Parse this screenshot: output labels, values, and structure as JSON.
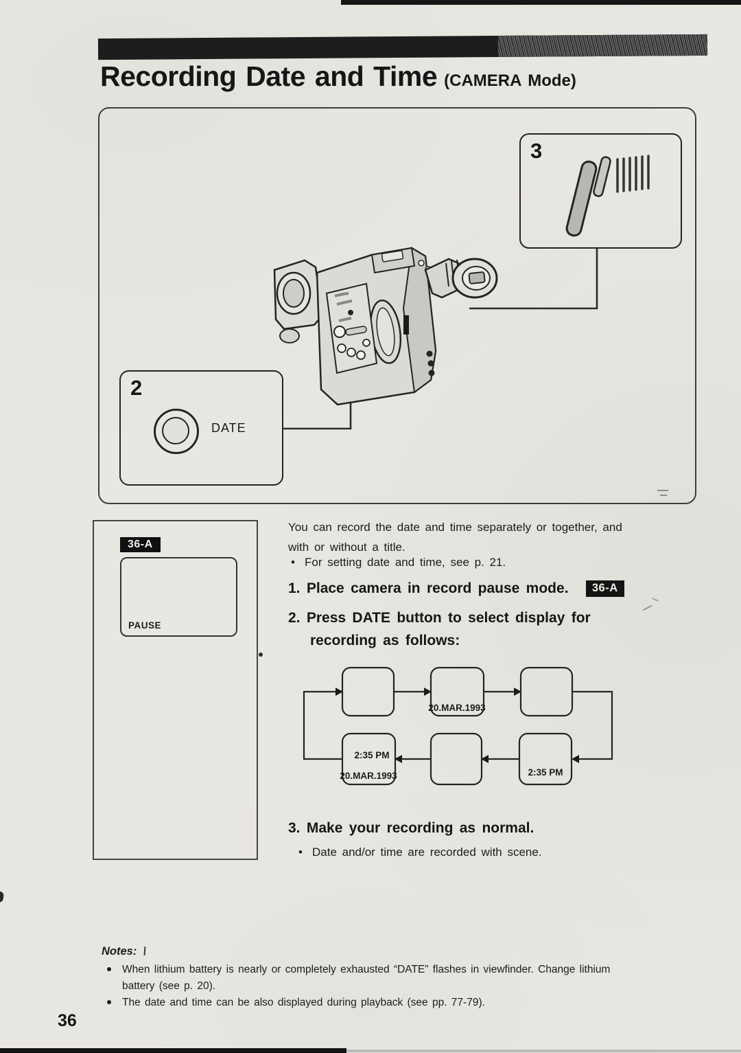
{
  "page": {
    "title": "Recording Date and Time",
    "title_suffix": "(CAMERA Mode)",
    "page_number": "36"
  },
  "figure": {
    "callout_2": {
      "number": "2",
      "button_label": "DATE"
    },
    "callout_3": {
      "number": "3"
    }
  },
  "viewfinder_panel": {
    "badge": "36-A",
    "status": "PAUSE"
  },
  "body": {
    "intro_line1": "You can record the date and time separately or together, and",
    "intro_line2": "with or without a title.",
    "intro_bullet": "For setting date and time, see p. 21.",
    "steps": [
      {
        "number": "1.",
        "text": "Place camera in record pause mode.",
        "badge": "36-A"
      },
      {
        "number": "2.",
        "text_line1": "Press DATE button to select display for",
        "text_line2": "recording as follows:"
      },
      {
        "number": "3.",
        "text": "Make your recording as normal.",
        "bullet": "Date and/or time are recorded with scene."
      }
    ]
  },
  "flow_diagram": {
    "boxes": [
      {
        "label_lines": []
      },
      {
        "label_lines": [
          "20.MAR.1993"
        ]
      },
      {
        "label_lines": []
      },
      {
        "label_lines": [
          "2:35 PM",
          "20.MAR.1993"
        ]
      },
      {
        "label_lines": []
      },
      {
        "label_lines": [
          "2:35 PM"
        ]
      }
    ]
  },
  "notes": {
    "heading": "Notes:",
    "items": [
      {
        "lines": [
          "When lithium battery is nearly or completely exhausted “DATE” flashes in viewfinder.  Change lithium",
          "battery (see p. 20)."
        ]
      },
      {
        "lines": [
          "The date and time can be also displayed during playback (see pp. 77-79)."
        ]
      }
    ]
  },
  "colors": {
    "paper": "#e9e7e2",
    "ink": "#1c1c1c",
    "bar_black": "#1d1d1d"
  }
}
